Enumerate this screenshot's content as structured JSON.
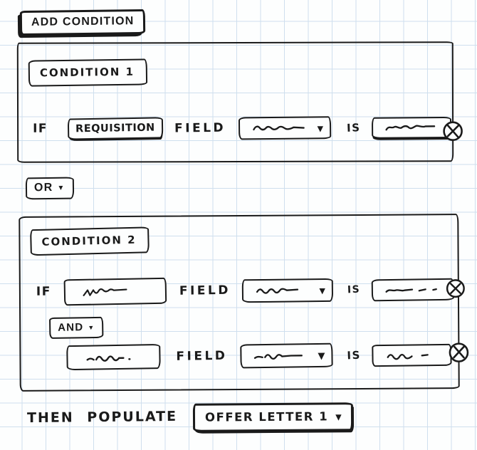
{
  "canvas": {
    "bg_color": "#fdfefe",
    "grid_color": "#cfdfee",
    "ink_color": "#1a1a1a"
  },
  "icons": {
    "dropdown_arrow": "▼",
    "remove": "circle-x"
  },
  "add_condition_button": {
    "label": "ADD CONDITION"
  },
  "condition_1": {
    "title": "CONDITION 1",
    "row": {
      "if_label": "IF",
      "subject_value": "REQUISITION",
      "field_label": "FIELD",
      "field_select_value": "",
      "operator_label": "IS",
      "value_input": ""
    }
  },
  "or_connector": {
    "label": "OR"
  },
  "condition_2": {
    "title": "CONDITION 2",
    "row_1": {
      "if_label": "IF",
      "subject_value": "",
      "field_label": "FIELD",
      "field_select_value": "",
      "operator_label": "IS",
      "value_input": ""
    },
    "and_connector": {
      "label": "AND"
    },
    "row_2": {
      "subject_value": "",
      "field_label": "FIELD",
      "field_select_value": "",
      "operator_label": "IS",
      "value_input": ""
    }
  },
  "then_clause": {
    "prefix_label": "THEN POPULATE",
    "target_value": "OFFER LETTER 1"
  }
}
